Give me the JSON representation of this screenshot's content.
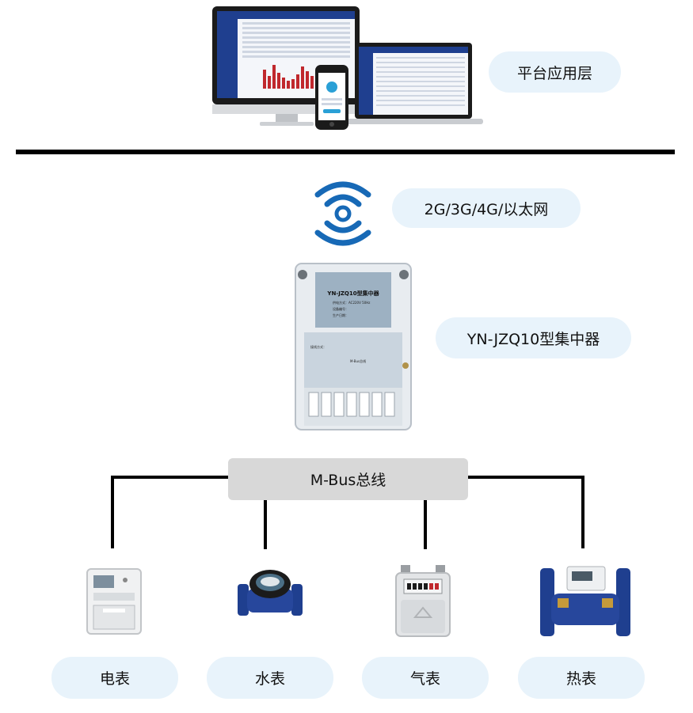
{
  "layers": {
    "platform_label": "平台应用层",
    "network_label": "2G/3G/4G/以太网",
    "concentrator_label": "YN-JZQ10型集中器",
    "bus_label": "M-Bus总线"
  },
  "concentrator_panel": {
    "title": "YN-JZQ10型集中器",
    "line1": "供电方式：AC220V 50Hz",
    "line2": "设备编号：",
    "line3": "生产日期：",
    "lower_title": "接线方式：",
    "bus_header": "M-Bus总线"
  },
  "meters": [
    {
      "label": "电表",
      "icon": "electric-meter-icon"
    },
    {
      "label": "水表",
      "icon": "water-meter-icon"
    },
    {
      "label": "气表",
      "icon": "gas-meter-icon"
    },
    {
      "label": "热表",
      "icon": "heat-meter-icon"
    }
  ],
  "colors": {
    "pill_bg": "#e8f3fb",
    "wifi_blue": "#1769b6",
    "bus_bg": "#d8d8d8",
    "meter_blue": "#1f3f8f",
    "bar_red": "#c0282d"
  }
}
